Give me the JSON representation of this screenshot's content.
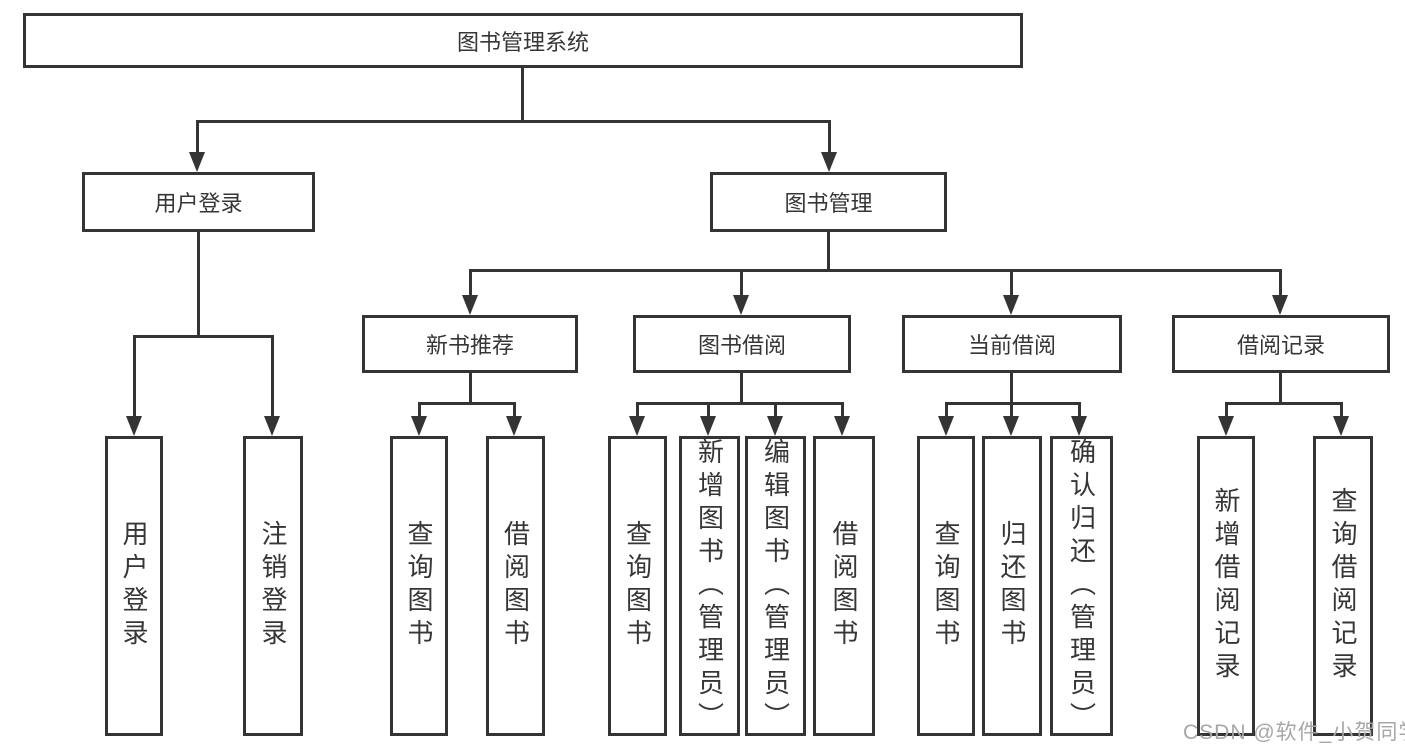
{
  "diagram": {
    "type": "hierarchy-tree",
    "root": {
      "label": "图书管理系统",
      "children": [
        {
          "label": "用户登录",
          "children": [
            {
              "label": "用户登录"
            },
            {
              "label": "注销登录"
            }
          ]
        },
        {
          "label": "图书管理",
          "children": [
            {
              "label": "新书推荐",
              "children": [
                {
                  "label": "查询图书"
                },
                {
                  "label": "借阅图书"
                }
              ]
            },
            {
              "label": "图书借阅",
              "children": [
                {
                  "label": "查询图书"
                },
                {
                  "label": "新增图书（管理员）"
                },
                {
                  "label": "编辑图书（管理员）"
                },
                {
                  "label": "借阅图书"
                }
              ]
            },
            {
              "label": "当前借阅",
              "children": [
                {
                  "label": "查询图书"
                },
                {
                  "label": "归还图书"
                },
                {
                  "label": "确认归还（管理员）"
                }
              ]
            },
            {
              "label": "借阅记录",
              "children": [
                {
                  "label": "新增借阅记录"
                },
                {
                  "label": "查询借阅记录"
                }
              ]
            }
          ]
        }
      ]
    }
  },
  "watermark": {
    "text": "CSDN @软件_小贺同学"
  },
  "colors": {
    "line": "#343434",
    "text": "#363636",
    "watermark": "#a7a7a7",
    "background": "#ffffff"
  }
}
